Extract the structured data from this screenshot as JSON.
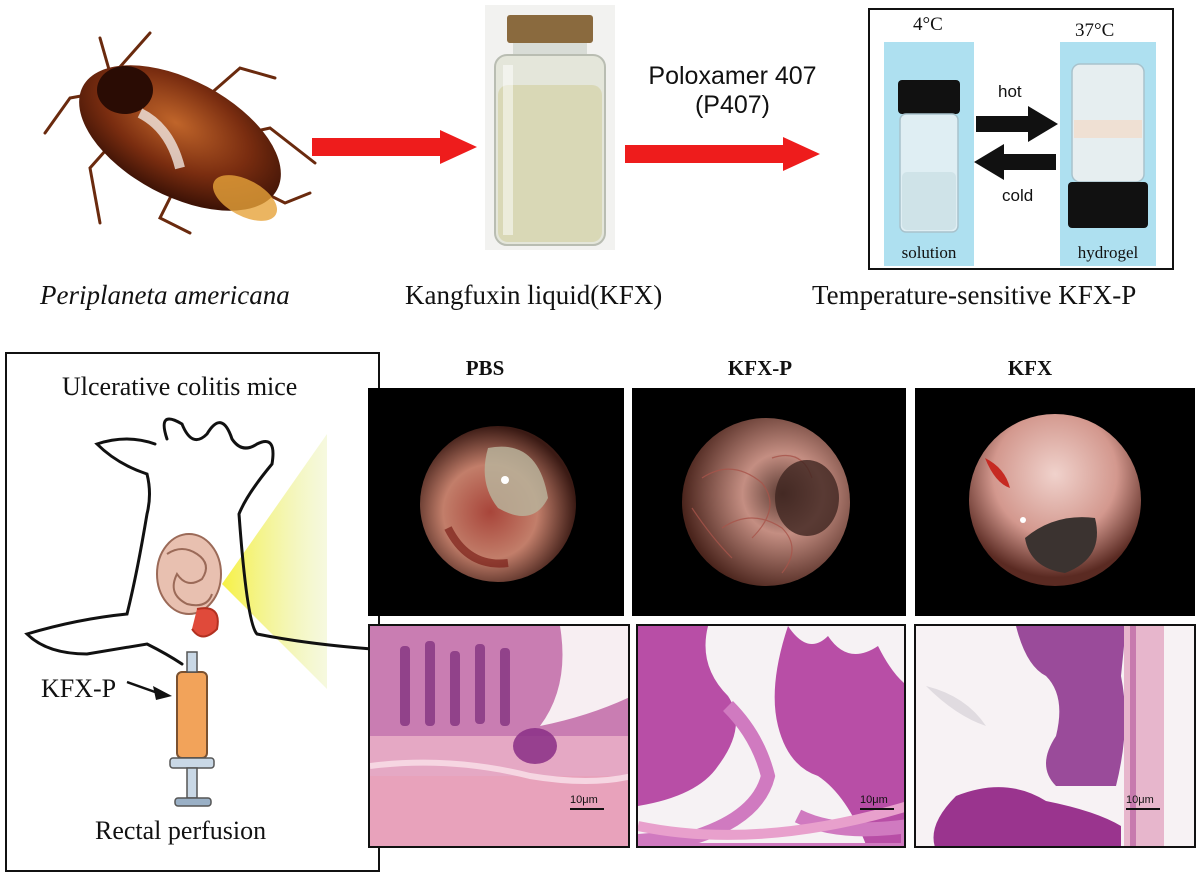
{
  "top": {
    "insect_caption": "Periplaneta americana",
    "kfx_caption": "Kangfuxin liquid(KFX)",
    "polymer_line1": "Poloxamer 407",
    "polymer_line2": "(P407)",
    "kfxp_caption": "Temperature-sensitive KFX-P",
    "temp_cold": "4°C",
    "temp_hot": "37°C",
    "arrow_hot": "hot",
    "arrow_cold": "cold",
    "state_solution": "solution",
    "state_hydrogel": "hydrogel"
  },
  "mouse_panel": {
    "title": "Ulcerative colitis mice",
    "drug_label": "KFX-P",
    "method": "Rectal perfusion"
  },
  "groups": {
    "pbs": "PBS",
    "kfxp": "KFX-P",
    "kfx": "KFX"
  },
  "scale": {
    "pbs": "10μm",
    "kfxp": "10μm",
    "kfx": "10μm"
  },
  "colors": {
    "arrow_red": "#ee1c1c",
    "endoscope_bg": "#000000",
    "he_pink": "#e7a6c9",
    "he_purple": "#9b2d8e",
    "sunlight": "#f4ef3a"
  }
}
